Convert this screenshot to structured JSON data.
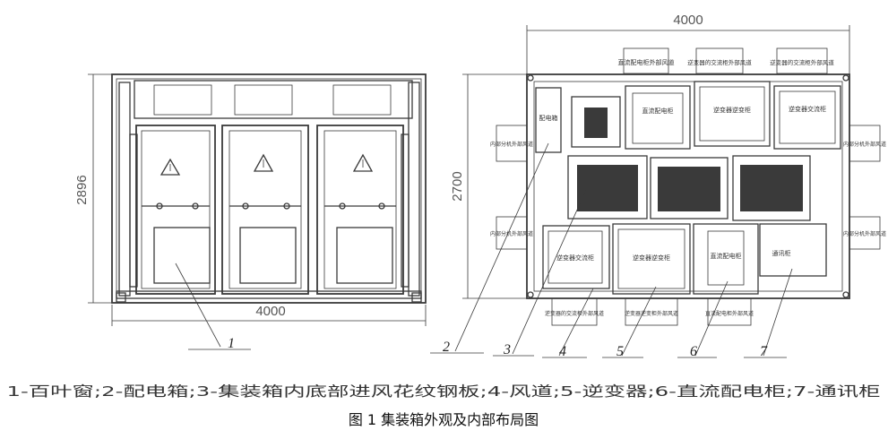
{
  "dimensions": {
    "left_width": "4000",
    "left_height": "2896",
    "right_width": "4000",
    "right_height": "2700"
  },
  "labels": {
    "dist_box": "配电箱",
    "inner_fan_top_left": "内部分机外部风道",
    "inner_fan_bottom_left": "内部分机外部风道",
    "inner_fan_top_right": "内部分机外部风道",
    "inner_fan_bottom_right": "内部分机外部风道",
    "dc_cab_top_duct": "直流配电柜外部风道",
    "inv_ac_top_duct": "逆变器的交流柜外部风道",
    "inv_ac_top_duct2": "逆变器的交流柜外部风道",
    "dc_cab_top": "直流配电柜",
    "inverter_top": "逆变器逆变柜",
    "inv_ac_top": "逆变器交流柜",
    "inv_ac_bottom": "逆变器交流柜",
    "inverter_bottom": "逆变器逆变柜",
    "dc_cab_bottom": "直流配电柜",
    "comm_cab": "通讯柜",
    "inv_ac_bottom_duct": "逆变器的交流柜外部风道",
    "inverter_bottom_duct": "逆变器逆变柜外部风道",
    "dc_cab_bottom_duct": "直流配电柜外部风道"
  },
  "callouts": [
    "1",
    "2",
    "3",
    "4",
    "5",
    "6",
    "7"
  ],
  "legend": "1-百叶窗;2-配电箱;3-集装箱内底部进风花纹钢板;4-风道;5-逆变器;6-直流配电柜;7-通讯柜",
  "caption": "图 1 集装箱外观及内部布局图"
}
